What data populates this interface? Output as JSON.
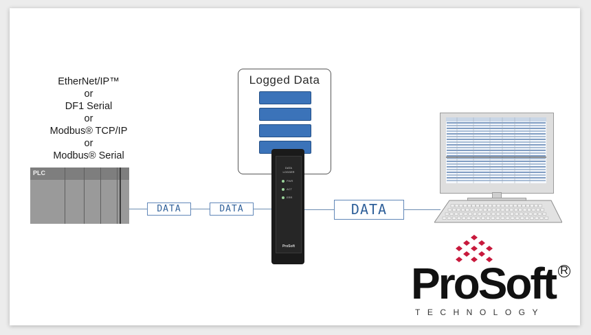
{
  "protocols": {
    "lines": [
      "EtherNet/IP™",
      "or",
      "DF1 Serial",
      "or",
      "Modbus® TCP/IP",
      "or",
      "Modbus® Serial"
    ]
  },
  "plc": {
    "label": "PLC"
  },
  "data_labels": {
    "first": "DATA",
    "second": "DATA",
    "third": "DATA"
  },
  "logged_data": {
    "title": "Logged Data"
  },
  "device": {
    "label_top": "DATA",
    "label_bottom": "LOGGER",
    "led_labels": [
      "PWR",
      "ACT",
      "ERR"
    ],
    "brand": "ProSoft"
  },
  "logo": {
    "word": "ProSoft",
    "registered": "R",
    "subtitle": "TECHNOLOGY"
  },
  "colors": {
    "accent_blue": "#3b73b9",
    "line_blue": "#6a8bb0",
    "logo_red": "#c8193c"
  },
  "icons": [
    "plc-icon",
    "database-icon",
    "data-logger-device-icon",
    "computer-monitor-icon",
    "keyboard-icon",
    "prosoft-diamond-icon"
  ]
}
